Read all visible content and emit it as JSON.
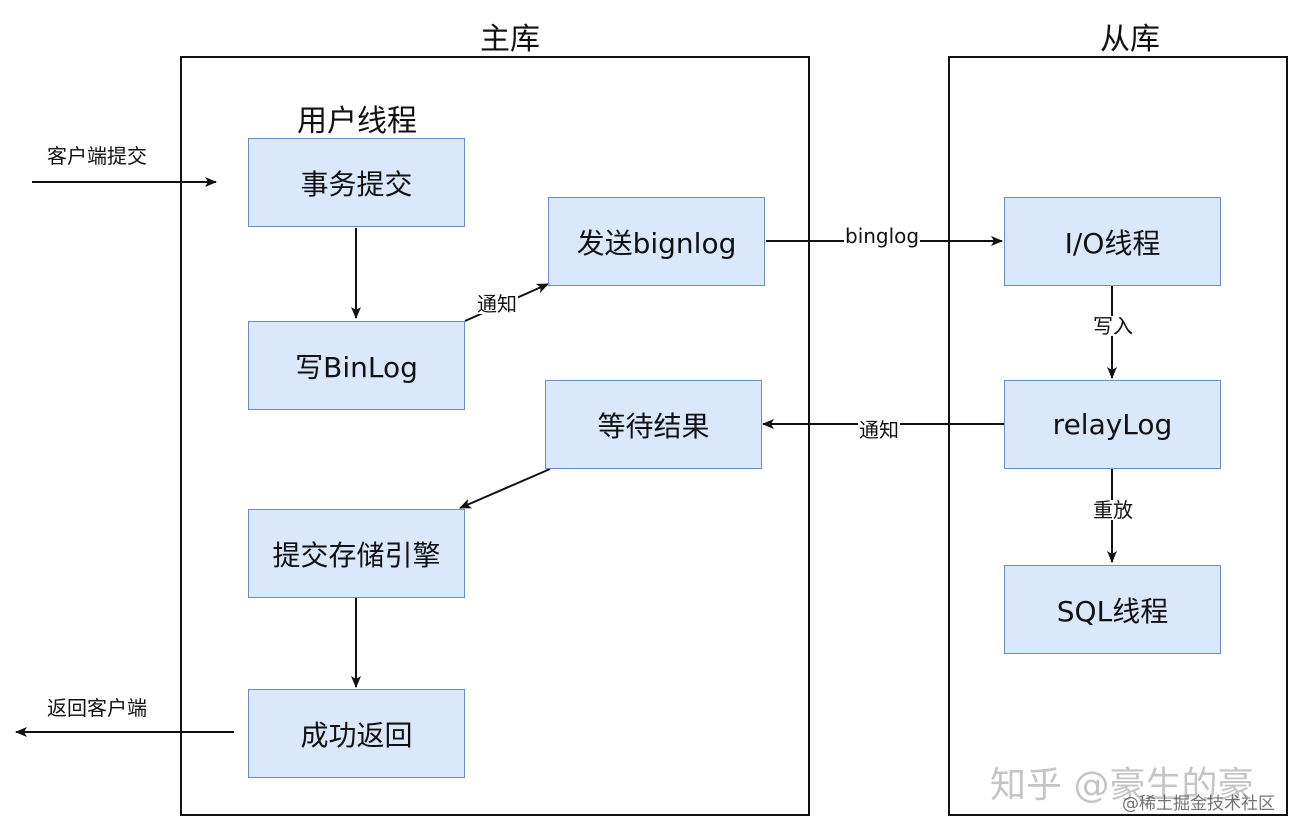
{
  "master": {
    "title": "主库",
    "group_label": "用户线程"
  },
  "slave": {
    "title": "从库"
  },
  "nodes": {
    "commit": "事务提交",
    "write_binlog": "写BinLog",
    "send_binlog": "发送bignlog",
    "wait_result": "等待结果",
    "commit_engine": "提交存储引擎",
    "return_success": "成功返回",
    "io_thread": "I/O线程",
    "relay_log": "relayLog",
    "sql_thread": "SQL线程"
  },
  "edge_labels": {
    "client_commit": "客户端提交",
    "notify_send": "通知",
    "binlog": "binglog",
    "write_in": "写入",
    "notify_wait": "通知",
    "replay": "重放",
    "return_client": "返回客户端"
  },
  "watermark": {
    "main": "知乎 @豪生的豪",
    "sub": "@稀土掘金技术社区"
  },
  "colors": {
    "node_fill": "#dae8fc",
    "node_border": "#6c8ebf",
    "line": "#111111"
  }
}
